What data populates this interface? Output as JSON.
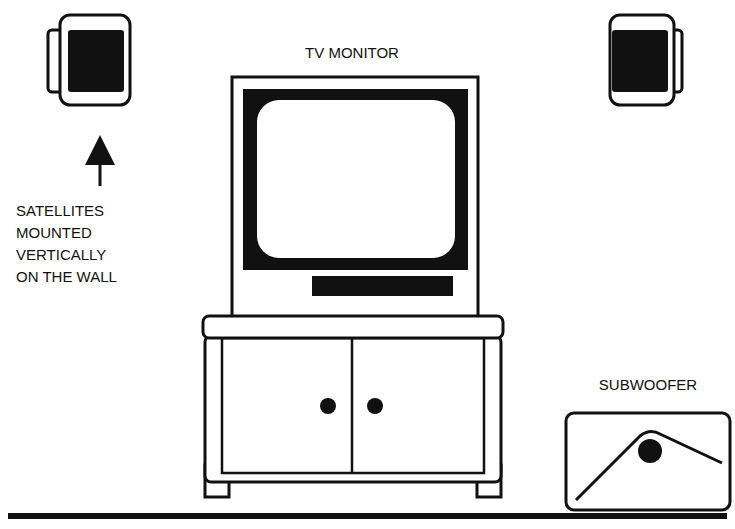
{
  "diagram": {
    "labels": [
      "TV MONITOR",
      "SATELLITES MOUNTED VERTICALLY ON THE WALL",
      "SUBWOOFER"
    ]
  }
}
